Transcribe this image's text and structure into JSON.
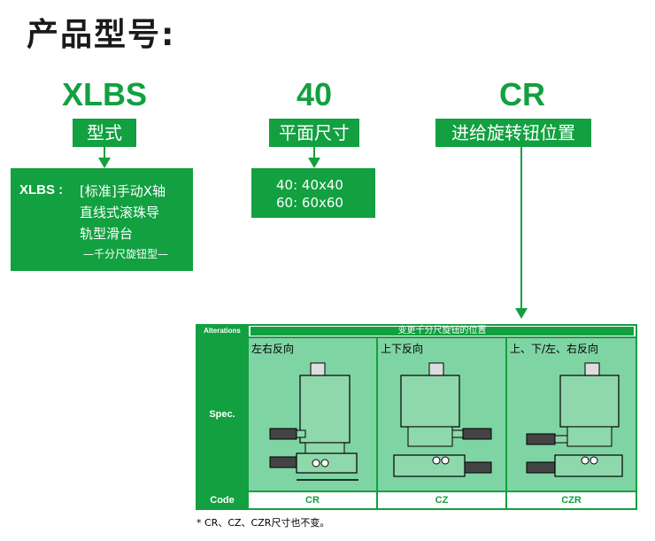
{
  "title": "产品型号:",
  "model": {
    "code": "XLBS",
    "label": "型式",
    "desc_prefix": "XLBS : ",
    "desc_lines": [
      "[标准]手动X轴",
      "直线式滚珠导",
      "轨型滑台"
    ],
    "desc_sub": "—千分尺旋钮型—"
  },
  "size": {
    "code": "40",
    "label": "平面尺寸",
    "lines": [
      "40: 40x40",
      "60: 60x60"
    ]
  },
  "knob": {
    "code": "CR",
    "label": "进给旋转钮位置"
  },
  "table": {
    "alterations_label": "Alterations",
    "header": "变更千分尺旋钮的位置",
    "spec_label": "Spec.",
    "code_label": "Code",
    "columns": [
      {
        "label": "左右反向",
        "code": "CR"
      },
      {
        "label": "上下反向",
        "code": "CZ"
      },
      {
        "label": "上、下/左、右反向",
        "code": "CZR"
      }
    ]
  },
  "note": "* CR、CZ、CZR尺寸也不变。",
  "colors": {
    "brand_green": "#12a040",
    "light_green": "#7fd4a4"
  }
}
